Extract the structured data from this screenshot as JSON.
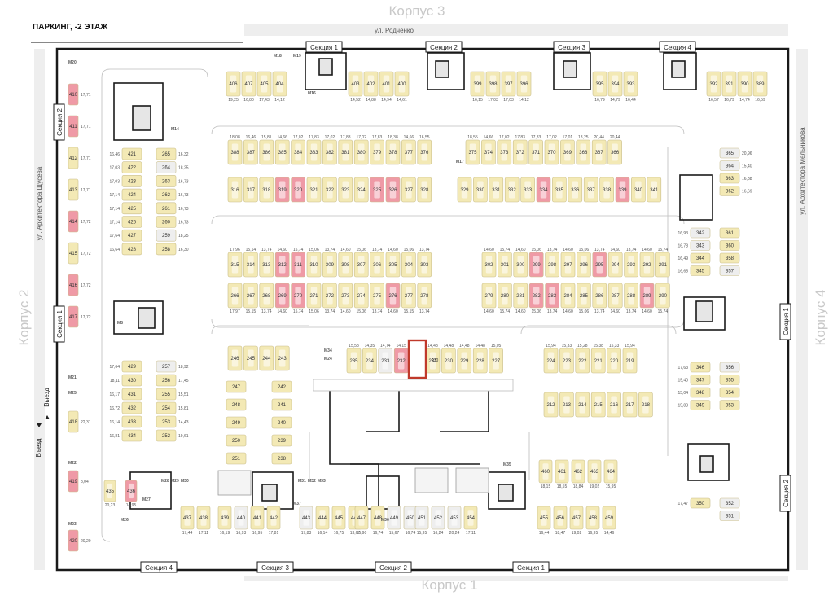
{
  "title": "ПАРКИНГ, -2 ЭТАЖ",
  "buildings": {
    "top": "Корпус 3",
    "bottom": "Корпус 1",
    "left": "Корпус 2",
    "right": "Корпус 4"
  },
  "streets": {
    "top": "ул. Родченко",
    "left": "ул. Архитектора Щусева",
    "right": "ул. Архитектора Мельникова"
  },
  "entrances": {
    "in": "Въезд",
    "out": "Выезд"
  },
  "sections": {
    "top": [
      "Секция 1",
      "Секция 2",
      "Секция 3",
      "Секция 4"
    ],
    "bottom": [
      "Секция 4",
      "Секция 3",
      "Секция 2",
      "Секция 1"
    ],
    "left": [
      "Секция 2",
      "Секция 1"
    ],
    "right": [
      "Секция 1",
      "Секция 2"
    ]
  },
  "colors": {
    "available": "#f3e9b5",
    "sold": "#ef9aa6",
    "reserved": "#eeeeee",
    "highlight": "#c0392b",
    "wall": "#1a1a1a"
  },
  "spots": {
    "top_row": [
      "406",
      "407",
      "405",
      "404",
      "403",
      "402",
      "401",
      "400",
      "399",
      "398",
      "397",
      "396",
      "395",
      "394",
      "393",
      "392",
      "391",
      "390",
      "389"
    ],
    "top_row_sizes": [
      "19,25",
      "16,80",
      "17,43",
      "14,12",
      "14,52",
      "14,88",
      "14,94",
      "14,61",
      "16,15",
      "17,03",
      "17,03",
      "14,12",
      "16,79",
      "14,79",
      "16,44",
      "16,57",
      "16,79",
      "14,74",
      "16,59"
    ],
    "row_a": [
      "388",
      "387",
      "386",
      "385",
      "384",
      "383",
      "382",
      "381",
      "380",
      "379",
      "378",
      "377",
      "376",
      "375",
      "374",
      "373",
      "372",
      "371",
      "370",
      "369",
      "368",
      "367",
      "366"
    ],
    "row_a_sizes": [
      "18,08",
      "16,46",
      "15,81",
      "14,66",
      "17,02",
      "17,83",
      "17,02",
      "17,83",
      "17,02",
      "17,83",
      "18,38",
      "14,66",
      "16,55",
      "18,55",
      "14,66",
      "17,02",
      "17,83",
      "17,83",
      "17,02",
      "17,01",
      "18,25",
      "20,44",
      "20,44"
    ],
    "row_b": [
      "316",
      "317",
      "318",
      "319",
      "320",
      "321",
      "322",
      "323",
      "324",
      "325",
      "326",
      "327",
      "328",
      "329",
      "330",
      "331",
      "332",
      "333",
      "334",
      "335",
      "336",
      "337",
      "338",
      "339",
      "340",
      "341"
    ],
    "row_c": [
      "315",
      "314",
      "313",
      "312",
      "311",
      "310",
      "309",
      "308",
      "307",
      "306",
      "305",
      "304",
      "303",
      "302",
      "301",
      "300",
      "299",
      "298",
      "297",
      "296",
      "295",
      "294",
      "293",
      "292",
      "291"
    ],
    "row_c_sizes": [
      "17,96",
      "15,14",
      "13,74",
      "14,60",
      "15,74",
      "15,06",
      "13,74",
      "14,60",
      "15,06",
      "13,74",
      "14,60",
      "15,06",
      "13,74",
      "14,60",
      "15,74",
      "14,60",
      "15,06",
      "13,74",
      "14,60",
      "15,06",
      "13,74",
      "14,60",
      "13,74",
      "14,60",
      "15,74"
    ],
    "row_d": [
      "266",
      "267",
      "268",
      "269",
      "270",
      "271",
      "272",
      "273",
      "274",
      "275",
      "276",
      "277",
      "278",
      "279",
      "280",
      "281",
      "282",
      "283",
      "284",
      "285",
      "286",
      "287",
      "288",
      "289",
      "290"
    ],
    "row_d_sizes": [
      "17,97",
      "15,15",
      "13,74",
      "14,60",
      "15,74",
      "15,06",
      "13,74",
      "14,60",
      "15,06",
      "13,74",
      "14,60",
      "15,15",
      "13,74",
      "14,60",
      "15,74",
      "14,60",
      "15,06",
      "13,74",
      "14,60",
      "15,06",
      "13,74",
      "14,60",
      "13,74",
      "14,60",
      "15,74"
    ],
    "left_col_a": [
      "421",
      "422",
      "423",
      "424",
      "425",
      "426",
      "427",
      "428"
    ],
    "left_col_a_sizes": [
      "16,46",
      "17,03",
      "17,03",
      "17,14",
      "17,14",
      "17,14",
      "17,64",
      "16,64"
    ],
    "left_col_b": [
      "265",
      "264",
      "263",
      "262",
      "261",
      "260",
      "259",
      "258"
    ],
    "left_col_b_sizes": [
      "16,32",
      "18,25",
      "16,73",
      "16,73",
      "16,73",
      "16,73",
      "18,25",
      "16,30"
    ],
    "left_col_c": [
      "429",
      "430",
      "431",
      "432",
      "433",
      "434"
    ],
    "left_col_c_sizes": [
      "17,64",
      "18,11",
      "16,17",
      "16,72",
      "16,14",
      "16,81"
    ],
    "left_col_d": [
      "257",
      "256",
      "255",
      "254",
      "253",
      "252"
    ],
    "left_col_d_sizes": [
      "18,92",
      "17,45",
      "15,51",
      "15,81",
      "14,43",
      "19,61"
    ],
    "left_wall": [
      "410",
      "411",
      "412",
      "413",
      "414",
      "415",
      "416",
      "417",
      "418",
      "419",
      "420"
    ],
    "left_wall_sizes": [
      "17,71",
      "17,71",
      "17,71",
      "17,71",
      "17,72",
      "17,72",
      "17,72",
      "17,72",
      "22,31",
      "8,04",
      "20,20"
    ],
    "center_left_a": [
      "246",
      "245",
      "244",
      "243"
    ],
    "center_left_b": [
      "247",
      "248",
      "249",
      "250",
      "251"
    ],
    "center_left_c": [
      "242",
      "241",
      "240",
      "239",
      "238"
    ],
    "center_mid": [
      "235",
      "234",
      "233",
      "232",
      "231",
      "230",
      "229",
      "228",
      "227"
    ],
    "center_mid_sizes": [
      "15,58",
      "14,35",
      "14,74",
      "14,15",
      "14,48",
      "14,48",
      "14,48",
      "14,48",
      "15,05"
    ],
    "center_right_a": [
      "224",
      "223",
      "222",
      "221",
      "220",
      "219"
    ],
    "center_right_a_sizes": [
      "15,94",
      "15,33",
      "15,28",
      "15,38",
      "15,33",
      "15,94"
    ],
    "center_right_b": [
      "212",
      "213",
      "214",
      "215",
      "216",
      "217",
      "218"
    ],
    "right_col_a": [
      "365",
      "364",
      "363",
      "362",
      "342",
      "343",
      "344",
      "345"
    ],
    "right_col_a_sizes": [
      "20,96",
      "15,40",
      "16,38",
      "16,69",
      "16,93",
      "16,78",
      "16,49",
      "16,65"
    ],
    "right_col_b": [
      "361",
      "360",
      "358",
      "357",
      "356",
      "355",
      "354",
      "353",
      "352",
      "351"
    ],
    "right_col_c": [
      "346",
      "347",
      "348",
      "349",
      "350"
    ],
    "right_col_c_sizes": [
      "17,63",
      "15,40",
      "15,04",
      "15,83",
      "17,47"
    ],
    "bottom_row": [
      "435",
      "436",
      "437",
      "438",
      "439",
      "440",
      "441",
      "442",
      "443",
      "444",
      "445",
      "446",
      "447",
      "448",
      "449",
      "450",
      "451",
      "452",
      "453",
      "454",
      "455",
      "456",
      "457",
      "458",
      "459",
      "460",
      "461",
      "462",
      "463",
      "464"
    ],
    "bottom_row_sizes": [
      "20,23",
      "14,95",
      "17,44",
      "17,11",
      "16,19",
      "16,93",
      "16,95",
      "17,81",
      "17,83",
      "16,14",
      "16,75",
      "13,67",
      "15,90",
      "16,74",
      "15,67",
      "16,74",
      "15,95",
      "16,24",
      "20,24",
      "17,11",
      "16,44",
      "18,47",
      "19,02",
      "16,95",
      "14,46",
      "18,15",
      "18,55",
      "18,84",
      "19,02",
      "15,95"
    ],
    "storage": [
      "M26",
      "M27",
      "M28",
      "M29",
      "M30",
      "M31",
      "M32",
      "M33",
      "M34",
      "M35",
      "M36",
      "M37",
      "M18",
      "M19",
      "M20",
      "M21",
      "M22",
      "M23",
      "M24",
      "M25",
      "M16",
      "M17",
      "M8",
      "M14"
    ]
  },
  "selected_spot": "230"
}
